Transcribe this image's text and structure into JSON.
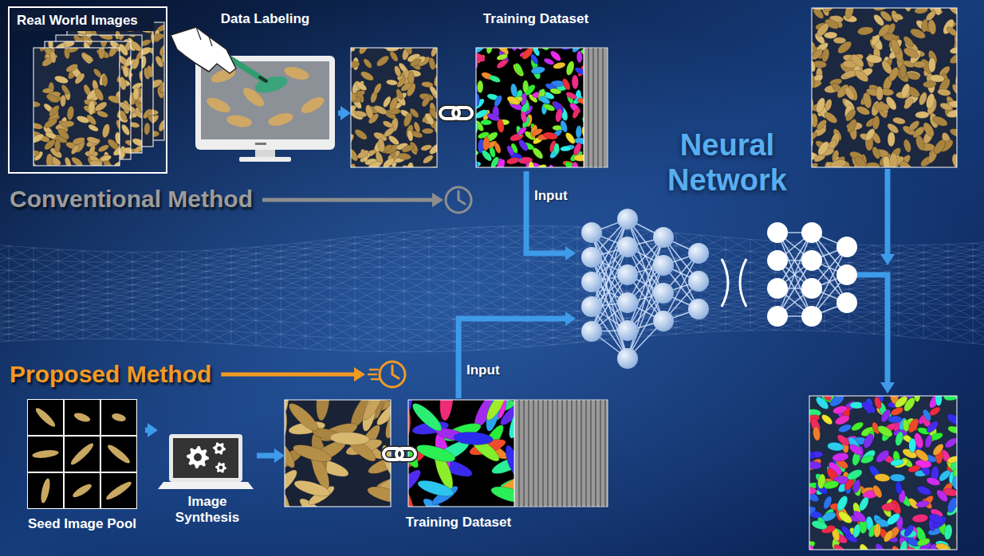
{
  "diagram": {
    "nodes": [
      {
        "text": [
          "Real World Images"
        ]
      },
      {
        "text": [
          "Data Labeling"
        ]
      },
      {
        "text": [
          "Training Dataset"
        ]
      },
      {
        "text": [
          "Neural Network"
        ]
      },
      {
        "text": [
          "Seed Image Pool"
        ]
      },
      {
        "text": [
          "Image Synthesis"
        ]
      },
      {
        "text": [
          "Training Dataset"
        ]
      }
    ],
    "edges": [
      {
        "from": 1,
        "to": 2,
        "arrow": "to"
      },
      {
        "from": 2,
        "to": 3,
        "label": "Input",
        "arrow": "to"
      },
      {
        "from": 4,
        "to": 5,
        "arrow": "to"
      },
      {
        "from": 5,
        "to": 6,
        "arrow": "to"
      },
      {
        "from": 6,
        "to": 3,
        "label": "Input",
        "arrow": "to"
      }
    ],
    "labels": [
      "Conventional Method",
      "Proposed Method"
    ]
  }
}
